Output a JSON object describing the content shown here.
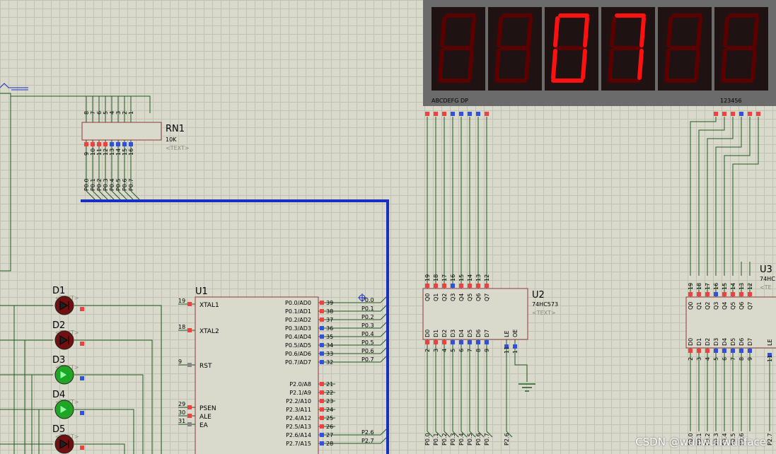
{
  "display": {
    "digits": [
      "8",
      "8",
      "0",
      "7",
      "8",
      "8"
    ],
    "lit": [
      false,
      false,
      true,
      true,
      false,
      false
    ],
    "seg_label": "ABCDEFG  DP",
    "digit_label": "123456",
    "color_on": "#ff1010",
    "color_off": "#5a0000",
    "body": "#6b6b6b"
  },
  "rn1": {
    "ref": "RN1",
    "value": "10K",
    "text": "<TEXT>",
    "top_pins": [
      "8",
      "7",
      "6",
      "5",
      "4",
      "3",
      "2",
      "1"
    ],
    "bottom_pins": [
      "9",
      "10",
      "11",
      "12",
      "13",
      "14",
      "15",
      "16"
    ],
    "nets": [
      "P0.0",
      "P0.1",
      "P0.2",
      "P0.3",
      "P0.4",
      "P0.5",
      "P0.6",
      "P0.7"
    ]
  },
  "u1": {
    "ref": "U1",
    "left_pins": [
      {
        "num": "19",
        "name": "XTAL1"
      },
      {
        "num": "18",
        "name": "XTAL2"
      },
      {
        "num": "9",
        "name": "RST"
      },
      {
        "num": "29",
        "name": "PSEN"
      },
      {
        "num": "30",
        "name": "ALE"
      },
      {
        "num": "31",
        "name": "EA"
      }
    ],
    "p0": [
      {
        "num": "39",
        "name": "P0.0/AD0",
        "net": "P0.0"
      },
      {
        "num": "38",
        "name": "P0.1/AD1",
        "net": "P0.1"
      },
      {
        "num": "37",
        "name": "P0.2/AD2",
        "net": "P0.2"
      },
      {
        "num": "36",
        "name": "P0.3/AD3",
        "net": "P0.3"
      },
      {
        "num": "35",
        "name": "P0.4/AD4",
        "net": "P0.4"
      },
      {
        "num": "34",
        "name": "P0.5/AD5",
        "net": "P0.5"
      },
      {
        "num": "33",
        "name": "P0.6/AD6",
        "net": "P0.6"
      },
      {
        "num": "32",
        "name": "P0.7/AD7",
        "net": "P0.7"
      }
    ],
    "p2": [
      {
        "num": "21",
        "name": "P2.0/A8",
        "net": ""
      },
      {
        "num": "22",
        "name": "P2.1/A9",
        "net": ""
      },
      {
        "num": "23",
        "name": "P2.2/A10",
        "net": ""
      },
      {
        "num": "24",
        "name": "P2.3/A11",
        "net": ""
      },
      {
        "num": "25",
        "name": "P2.4/A12",
        "net": ""
      },
      {
        "num": "26",
        "name": "P2.5/A13",
        "net": ""
      },
      {
        "num": "27",
        "name": "P2.6/A14",
        "net": "P2.6"
      },
      {
        "num": "28",
        "name": "P2.7/A15",
        "net": "P2.7"
      }
    ]
  },
  "u2": {
    "ref": "U2",
    "part": "74HC573",
    "text": "<TEXT>",
    "q_pins": [
      "19",
      "18",
      "17",
      "16",
      "15",
      "14",
      "13",
      "12"
    ],
    "q_names": [
      "Q0",
      "Q1",
      "Q2",
      "Q3",
      "Q4",
      "Q5",
      "Q6",
      "Q7"
    ],
    "d_pins": [
      "2",
      "3",
      "4",
      "5",
      "6",
      "7",
      "8",
      "9"
    ],
    "d_names": [
      "D0",
      "D1",
      "D2",
      "D3",
      "D4",
      "D5",
      "D6",
      "D7"
    ],
    "ctl_pins": [
      "11",
      "1"
    ],
    "ctl_names": [
      "LE",
      "OE"
    ],
    "d_nets": [
      "P0.0",
      "P0.1",
      "P0.2",
      "P0.3",
      "P0.4",
      "P0.5",
      "P0.6",
      "P0.7"
    ],
    "le_net": "P2.6"
  },
  "u3": {
    "ref": "U3",
    "part": "74HC",
    "text": "<TE",
    "q_pins": [
      "19",
      "18",
      "17",
      "16",
      "15",
      "14",
      "13",
      "12"
    ],
    "q_names": [
      "Q0",
      "Q1",
      "Q2",
      "Q3",
      "Q4",
      "Q5",
      "Q6",
      "Q7"
    ],
    "d_pins": [
      "2",
      "3",
      "4",
      "5",
      "6",
      "7",
      "8",
      "9"
    ],
    "d_names": [
      "D0",
      "D1",
      "D2",
      "D3",
      "D4",
      "D5",
      "D6",
      "D7"
    ],
    "ctl_pin": "11",
    "ctl_name": "LE",
    "d_nets": [
      "P0.0",
      "P0.1",
      "P0.2",
      "P0.3",
      "P0.4",
      "P0.5",
      "P0.6"
    ],
    "le_net": "P2.7"
  },
  "leds": [
    {
      "ref": "D1",
      "on": false
    },
    {
      "ref": "D2",
      "on": false
    },
    {
      "ref": "D3",
      "on": true
    },
    {
      "ref": "D4",
      "on": true
    },
    {
      "ref": "D5",
      "on": false
    }
  ],
  "led_text": "<TEXT>",
  "watermark": "CSDN @wuliwuliwuliface"
}
